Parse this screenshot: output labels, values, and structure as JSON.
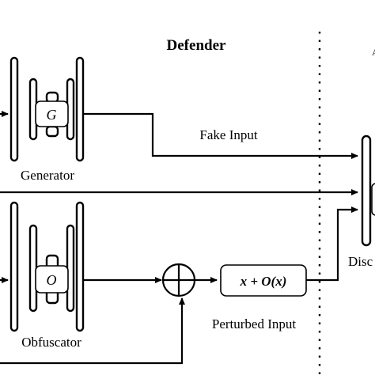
{
  "diagram": {
    "section_title": "Defender",
    "partial_label_top_right": "A",
    "generator": {
      "symbol": "G",
      "label": "Generator"
    },
    "obfuscator": {
      "symbol": "O",
      "label": "Obfuscator"
    },
    "fake_input_label": "Fake Input",
    "perturbed_input_label": "Perturbed Input",
    "perturbed_box_text": "x + O(x)",
    "discriminator_label_partial": "Disc",
    "colors": {
      "stroke": "#000000",
      "fill": "#ffffff"
    }
  }
}
